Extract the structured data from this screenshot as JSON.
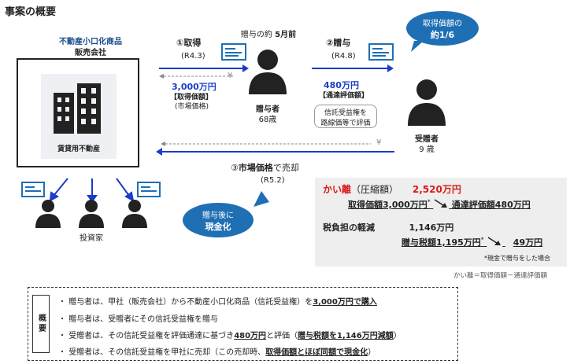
{
  "title": "事案の概要",
  "company": {
    "line1": "不動産小口化商品",
    "line2": "販売会社",
    "building_caption": "賃貸用不動産"
  },
  "investors": {
    "label": "投資家"
  },
  "donor": {
    "label": "贈与者",
    "age": "68歳"
  },
  "donee": {
    "label": "受贈者",
    "age": "9 歳"
  },
  "timing": {
    "prefix": "贈与の約 ",
    "emph": "5月前"
  },
  "step1": {
    "label": "①取得",
    "date": "(R4.3)",
    "amount": "3,000万円",
    "amount_sub": "【取得価額】",
    "amount_note": "(市場価格)"
  },
  "step2": {
    "label": "②贈与",
    "date": "(R4.8)",
    "amount": "480万円",
    "amount_sub": "【通達評価額】",
    "note1": "信託受益権を",
    "note2": "路線価等で評価"
  },
  "step3": {
    "label_num": "③",
    "label_bold": "市場価格",
    "label_rest": "で売却",
    "date": "(R5.2)"
  },
  "yen_symbol": "¥",
  "bubble_top": {
    "line1": "取得価額の",
    "line2": "約1/6"
  },
  "bubble_bottom": {
    "line1": "贈与後に",
    "line2": "現金化"
  },
  "summary": {
    "gap_label": "かい離",
    "gap_paren": "（圧縮額）",
    "gap_value": "2,520万円",
    "gap_detail_a": "取得価額3,000万円",
    "gap_detail_star": "*",
    "gap_detail_b": "通達評価額480万円",
    "tax_label": "税負担の軽減",
    "tax_value": "1,146万円",
    "tax_detail_a": "贈与税額1,195万円",
    "tax_detail_star": "*",
    "tax_detail_b": "49万円",
    "footnote": "*現金で贈与をした場合",
    "formula": "かい離＝取得価額－通達評価額"
  },
  "overview": {
    "label": "概要",
    "items": [
      {
        "text": "贈与者は、甲社（販売会社）から不動産小口化商品（信託受益権）を",
        "emph": "3,000万円で購入",
        "tail": ""
      },
      {
        "text": "贈与者は、受贈者にその信託受益権を贈与",
        "emph": "",
        "tail": ""
      },
      {
        "text": "受贈者は、その信託受益権を評価通達に基づき",
        "emph": "480万円",
        "tail": "と評価（",
        "emph2": "贈与税額を1,146万円減額",
        "tail2": "）"
      },
      {
        "text": "受贈者は、その信託受益権を甲社に売却（この売却時、",
        "emph": "取得価額とほぼ同額で現金化",
        "tail": "）"
      }
    ]
  },
  "colors": {
    "arrow": "#1a3ccc",
    "brand": "#1f6fb5",
    "accent": "#d81b1b",
    "panel": "#eeeeee"
  }
}
